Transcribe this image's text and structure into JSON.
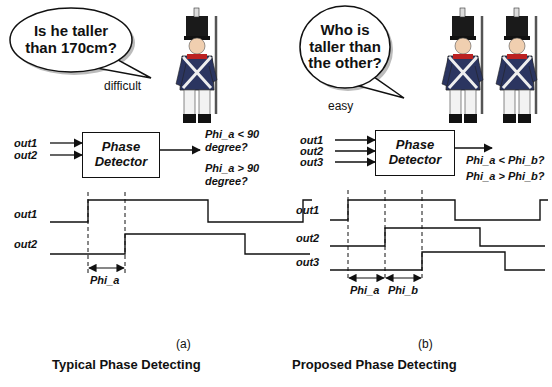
{
  "diagram": {
    "nodes": [
      {
        "text": [
          "Is he taller than 170cm?"
        ]
      },
      {
        "text": [
          "Who is taller than the other?"
        ]
      },
      {
        "text": [
          "Phase Detector"
        ]
      },
      {
        "text": [
          "Phase Detector"
        ]
      }
    ],
    "labels": [
      "difficult",
      "easy",
      "out1",
      "out2",
      "Phi_a < 90 degree?",
      "Phi_a > 90 degree?",
      "out1",
      "out2",
      "Phi_a",
      "out1",
      "out2",
      "out3",
      "Phi_a < Phi_b?",
      "Phi_a > Phi_b?",
      "out1",
      "out2",
      "out3",
      "Phi_a",
      "Phi_b",
      "(a)",
      "(b)",
      "Typical Phase Detecting",
      "Proposed Phase Detecting"
    ]
  }
}
